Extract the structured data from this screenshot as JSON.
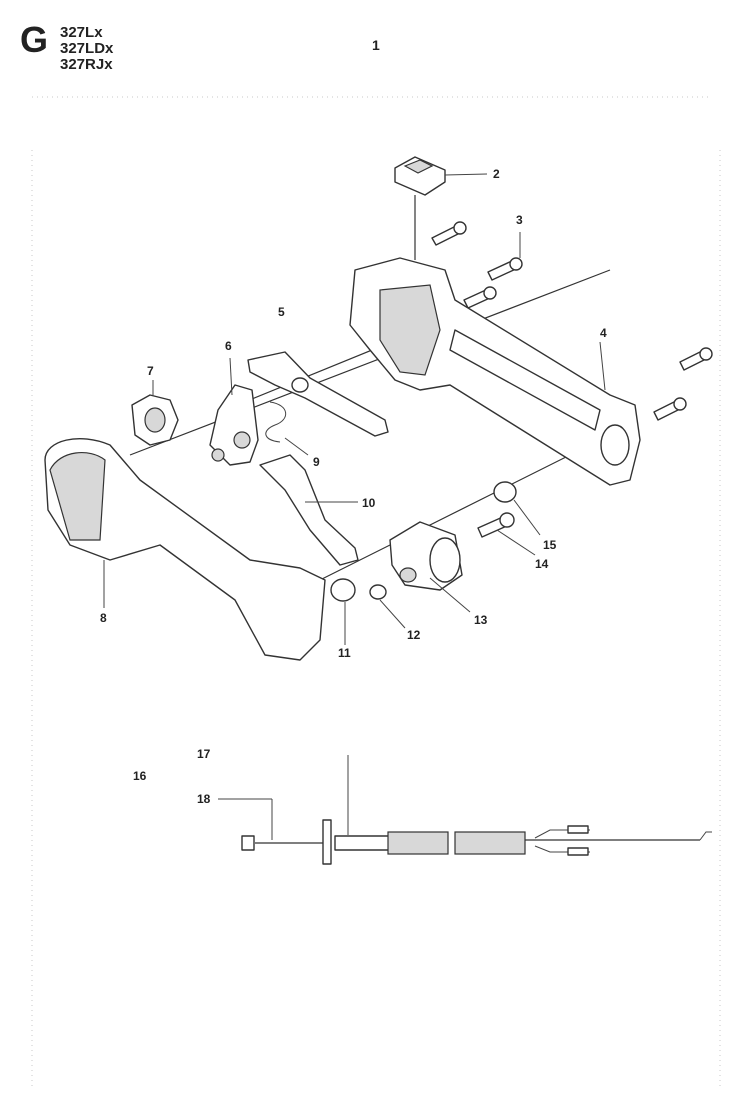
{
  "header": {
    "sheet_letter": "G",
    "models": [
      "327Lx",
      "327LDx",
      "327RJx"
    ],
    "page_number": "1"
  },
  "callouts": {
    "c2": "2",
    "c3": "3",
    "c4": "4",
    "c5": "5",
    "c6": "6",
    "c7": "7",
    "c8": "8",
    "c9": "9",
    "c10": "10",
    "c11": "11",
    "c12": "12",
    "c13": "13",
    "c14": "14",
    "c15": "15",
    "c16": "16",
    "c17": "17",
    "c18": "18"
  }
}
